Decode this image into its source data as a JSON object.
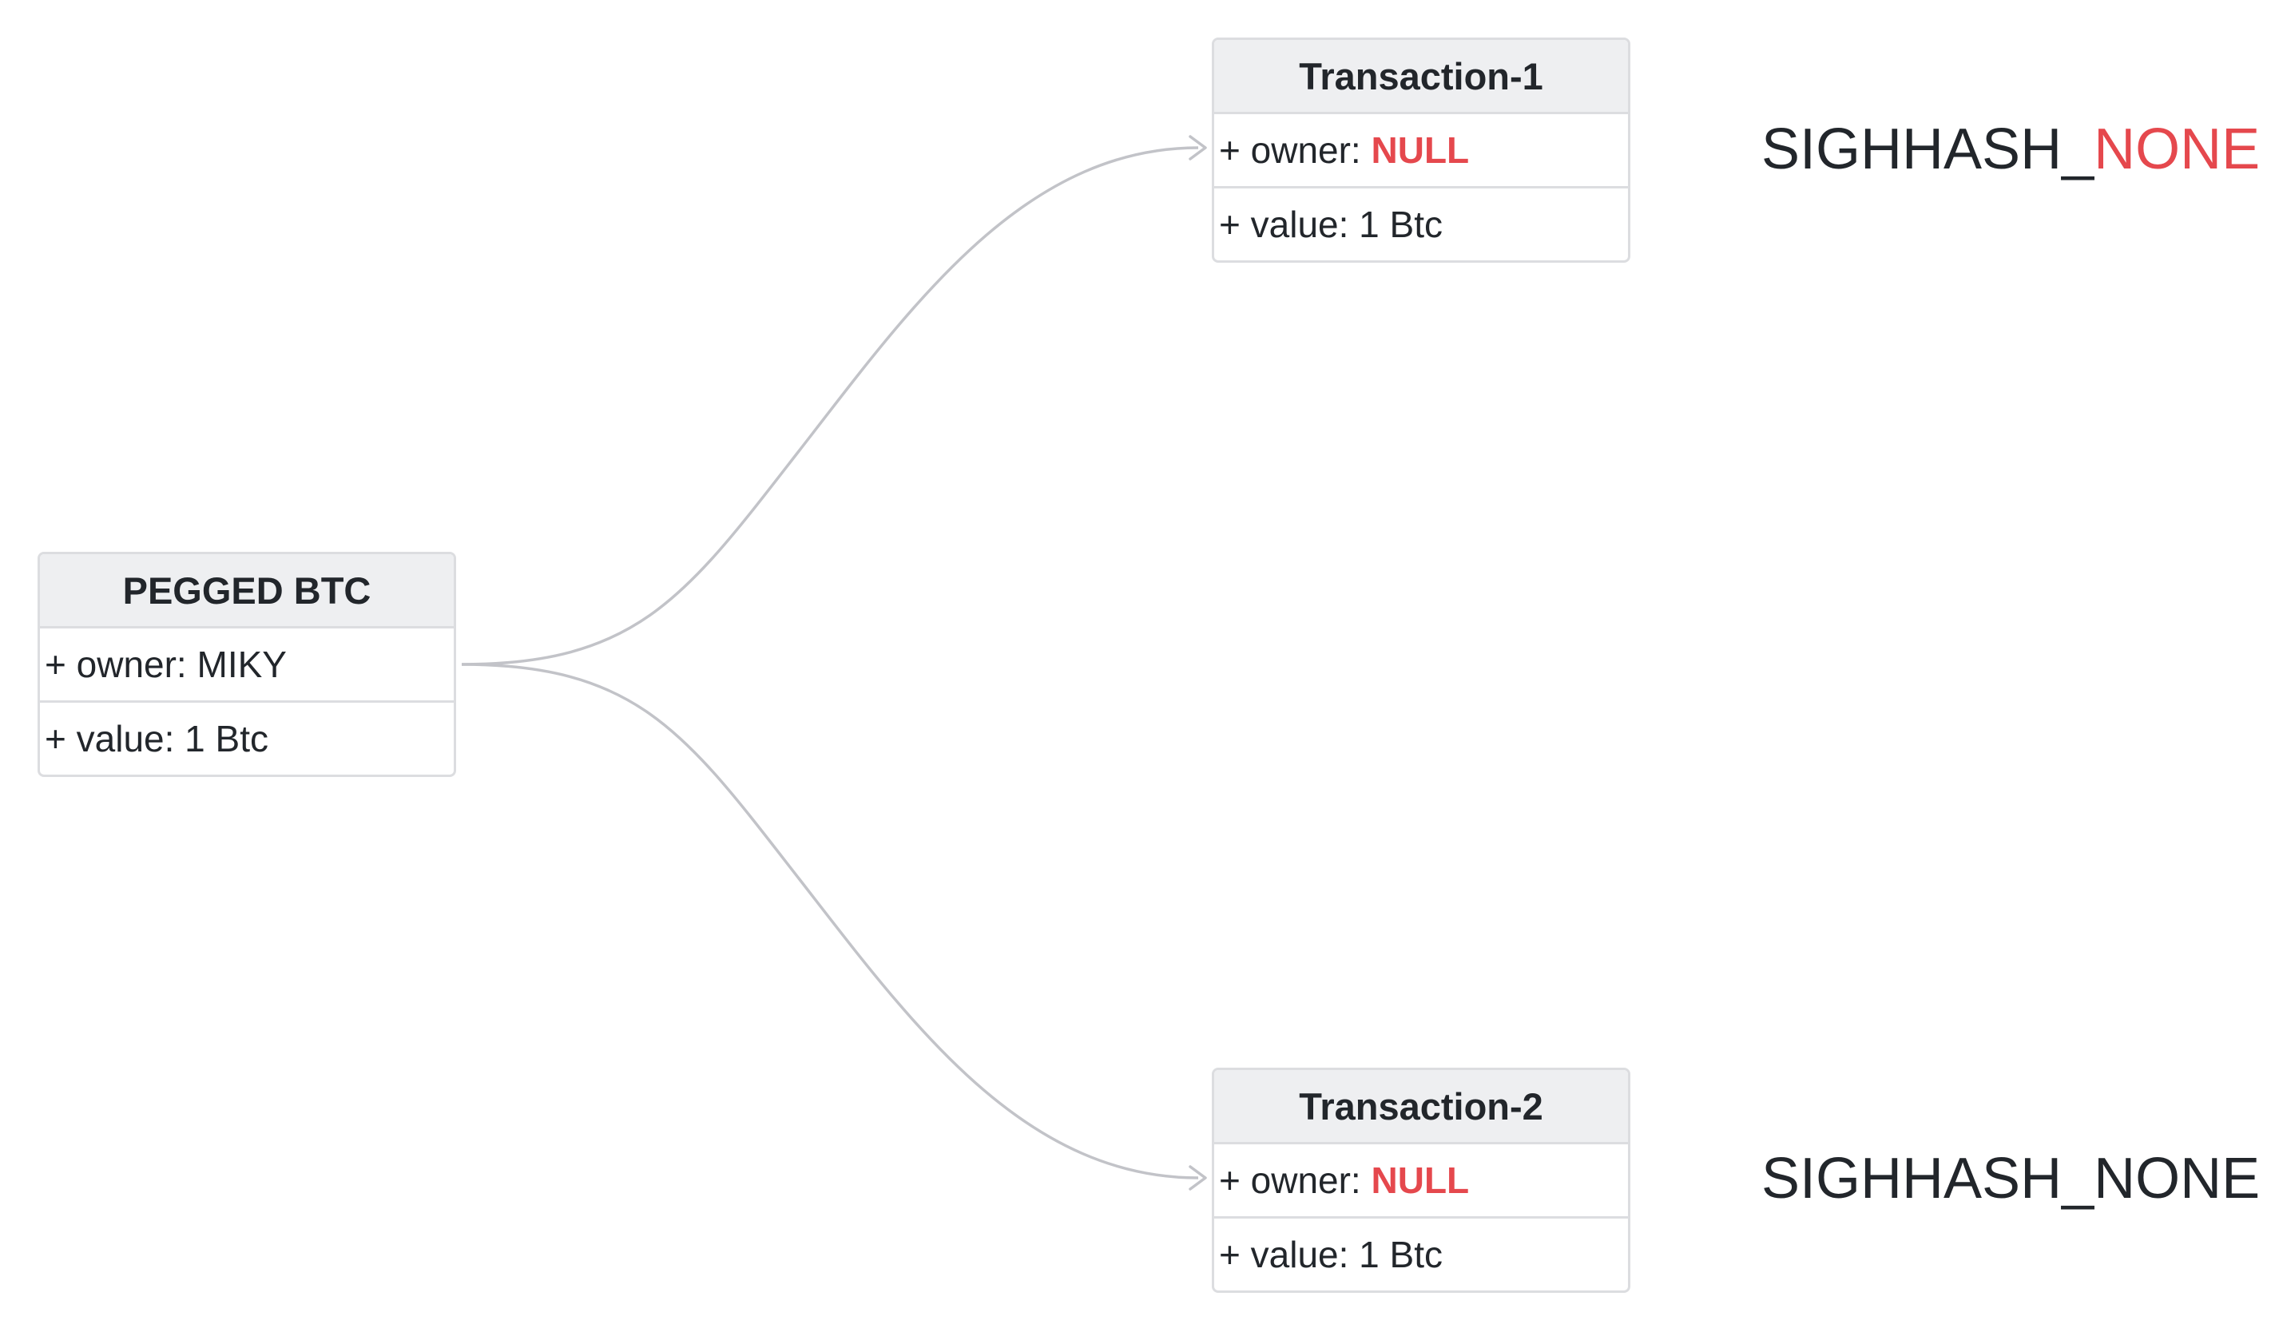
{
  "colors": {
    "text": "#22262b",
    "highlight": "#e5484d",
    "edge": "#c2c3c8",
    "header_bg": "#eeeff1",
    "border": "#dcdde0"
  },
  "nodes": {
    "pegged": {
      "title": "PEGGED BTC",
      "owner_prefix": "+ owner:",
      "owner_value": "MIKY",
      "value_text": "+ value: 1 Btc"
    },
    "tx1": {
      "title": "Transaction-1",
      "owner_prefix": "+ owner:",
      "owner_value": "NULL",
      "value_text": "+ value: 1 Btc"
    },
    "tx2": {
      "title": "Transaction-2",
      "owner_prefix": "+ owner:",
      "owner_value": "NULL",
      "value_text": "+ value: 1 Btc"
    }
  },
  "labels": {
    "tx1_prefix": "SIGHHASH_",
    "tx1_suffix": "NONE",
    "tx2_text": "SIGHHASH_NONE"
  }
}
